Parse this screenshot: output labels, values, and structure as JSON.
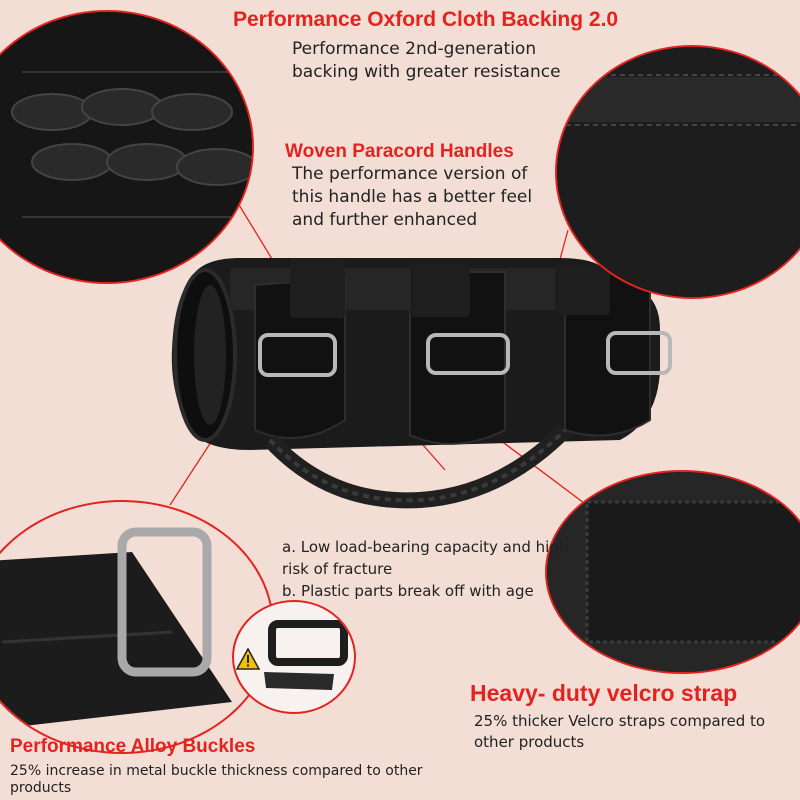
{
  "oxford": {
    "title": "Performance Oxford Cloth Backing 2.0",
    "desc_line1": "Performance 2nd-generation",
    "desc_line2": "backing with greater resistance"
  },
  "paracord": {
    "title": "Woven Paracord Handles",
    "desc_line1": "The performance version of",
    "desc_line2": "this handle has a better feel",
    "desc_line3": "and further enhanced"
  },
  "comparison": {
    "line_a1": "a. Low load-bearing capacity and high",
    "line_a2": "risk of fracture",
    "line_b": "b. Plastic parts break off with age"
  },
  "velcro": {
    "title": "Heavy- duty velcro strap",
    "desc_line1": "25% thicker Velcro straps compared to",
    "desc_line2": "other products"
  },
  "buckles": {
    "title": "Performance Alloy Buckles",
    "desc_line1": "25% increase in metal buckle thickness compared to other",
    "desc_line2": "products"
  },
  "colors": {
    "accent": "#e4231f",
    "background": "#f3ded6",
    "product": "#151515"
  },
  "icons": [
    "warning-icon"
  ]
}
